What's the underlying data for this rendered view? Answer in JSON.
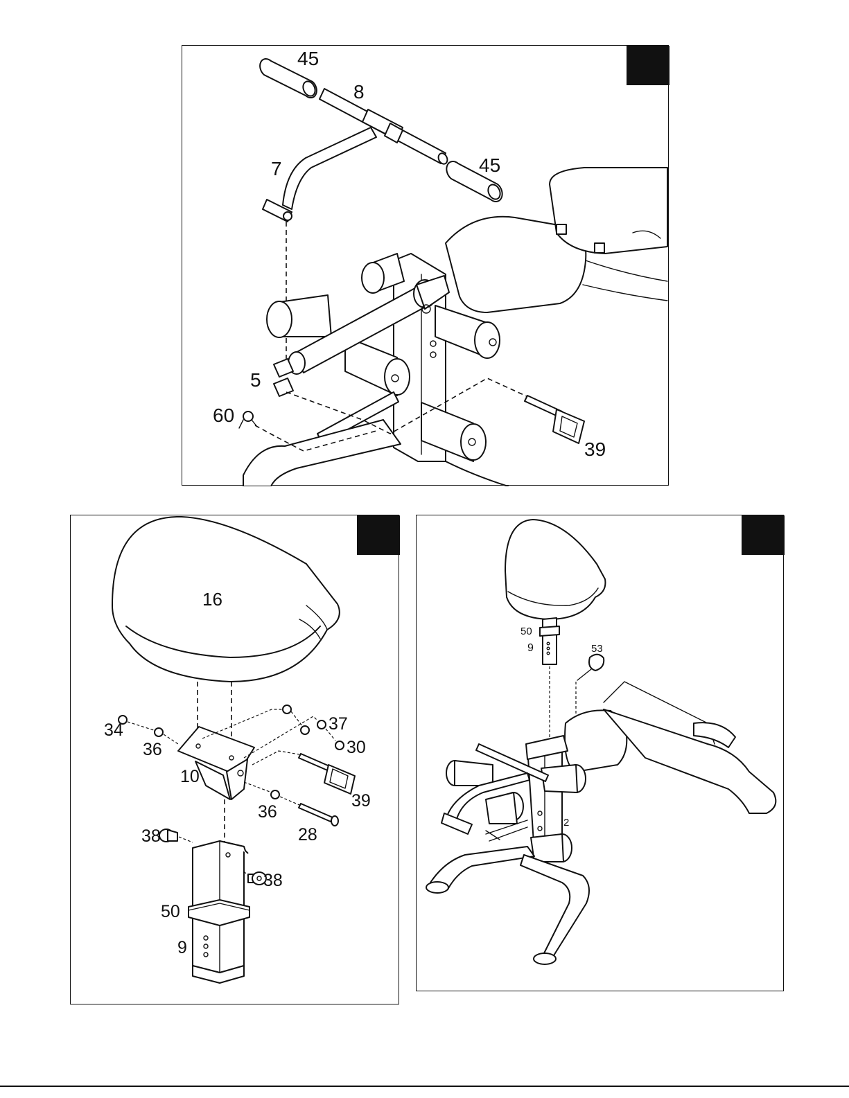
{
  "panels": {
    "top": {
      "labels": [
        "45",
        "8",
        "7",
        "45",
        "5",
        "60",
        "39"
      ]
    },
    "bottom_left": {
      "labels": [
        "16",
        "34",
        "36",
        "37",
        "30",
        "10",
        "39",
        "36",
        "28",
        "38",
        "38",
        "50",
        "9"
      ]
    },
    "bottom_right": {
      "labels": [
        "50",
        "9",
        "53",
        "2"
      ]
    }
  },
  "colors": {
    "line": "#111111",
    "step_marker": "#111111",
    "background": "#ffffff"
  }
}
